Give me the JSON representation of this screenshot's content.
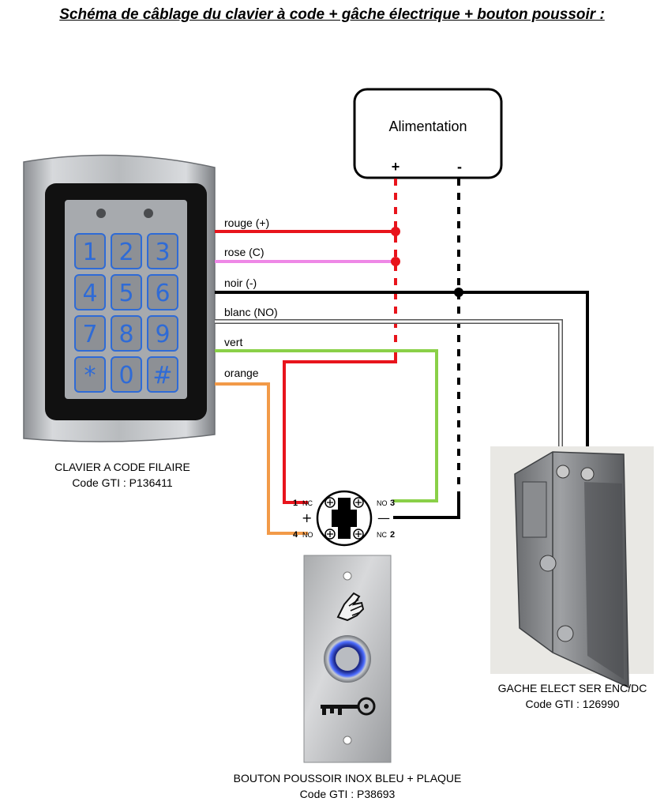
{
  "title": "Schéma de câblage du clavier à code + gâche électrique + bouton poussoir :",
  "power_supply": {
    "label": "Alimentation",
    "plus": "+",
    "minus": "-"
  },
  "wires": [
    {
      "label": "rouge (+)",
      "color": "#e8141c"
    },
    {
      "label": "rose (C)",
      "color": "#ee88e6"
    },
    {
      "label": "noir (-)",
      "color": "#000000"
    },
    {
      "label": "blanc (NO)",
      "color": "#ffffff"
    },
    {
      "label": "vert",
      "color": "#8ad048"
    },
    {
      "label": "orange",
      "color": "#f29a48"
    }
  ],
  "keypad": {
    "keys": [
      "1",
      "2",
      "3",
      "4",
      "5",
      "6",
      "7",
      "8",
      "9",
      "*",
      "0",
      "#"
    ],
    "caption_line1": "CLAVIER A CODE FILAIRE",
    "caption_line2": "Code GTI : P136411"
  },
  "switch": {
    "terminal_1": "1",
    "terminal_1_type": "NC",
    "terminal_3": "3",
    "terminal_3_type": "NO",
    "terminal_4": "4",
    "terminal_4_type": "NO",
    "terminal_2": "2",
    "terminal_2_type": "NC",
    "plus": "+",
    "minus": "—"
  },
  "button": {
    "caption_line1": "BOUTON POUSSOIR INOX BLEU + PLAQUE",
    "caption_line2": "Code GTI : P38693"
  },
  "strike": {
    "caption_line1": "GACHE ELECT SER ENC/DC",
    "caption_line2": "Code GTI : 126990"
  }
}
